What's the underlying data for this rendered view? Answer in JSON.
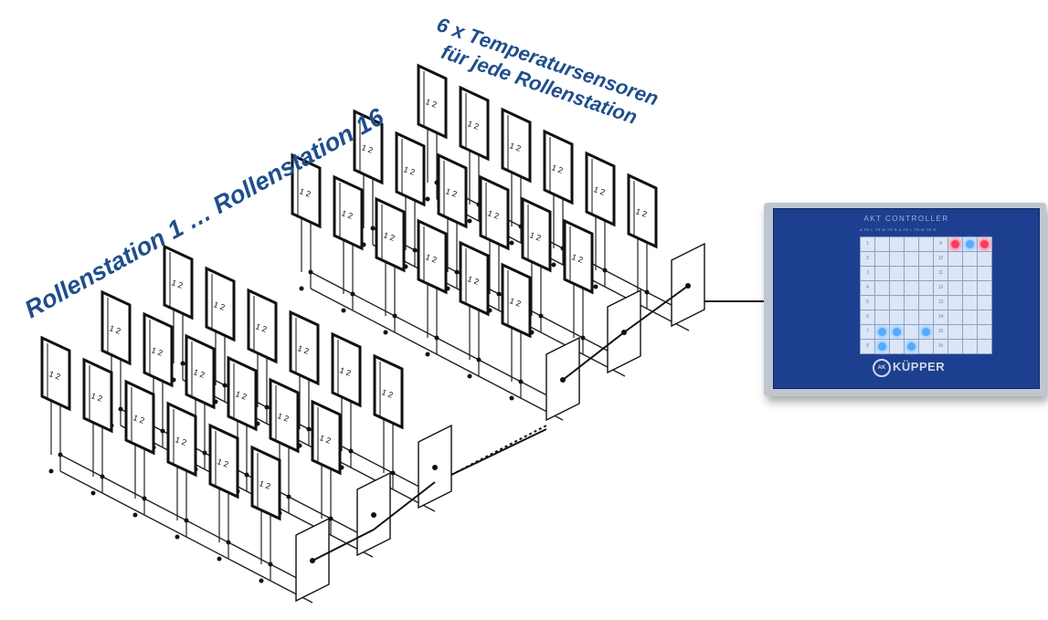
{
  "labels": {
    "stations": "Rollenstation 1 … Rollenstation 16",
    "sensors_line1": "6 x Temperatursensoren",
    "sensors_line2": "für jede Rollenstation"
  },
  "sensor_text": "1 2",
  "controller": {
    "title": "AKT CONTROLLER",
    "legend": "A  TR L  TR M  TR R     A  TR L  TR M  TR R",
    "logo": "KÜPPER",
    "logo_badge": "AK",
    "grid_left_numbers": [
      "1",
      "2",
      "3",
      "4",
      "5",
      "6",
      "7",
      "8"
    ],
    "grid_right_numbers": [
      "9",
      "10",
      "11",
      "12",
      "13",
      "14",
      "15",
      "16"
    ]
  },
  "colors": {
    "label": "#1f4e8c",
    "panel": "#1d3f8f",
    "led_blue": "#55aaff",
    "led_red": "#ff3b5c"
  }
}
